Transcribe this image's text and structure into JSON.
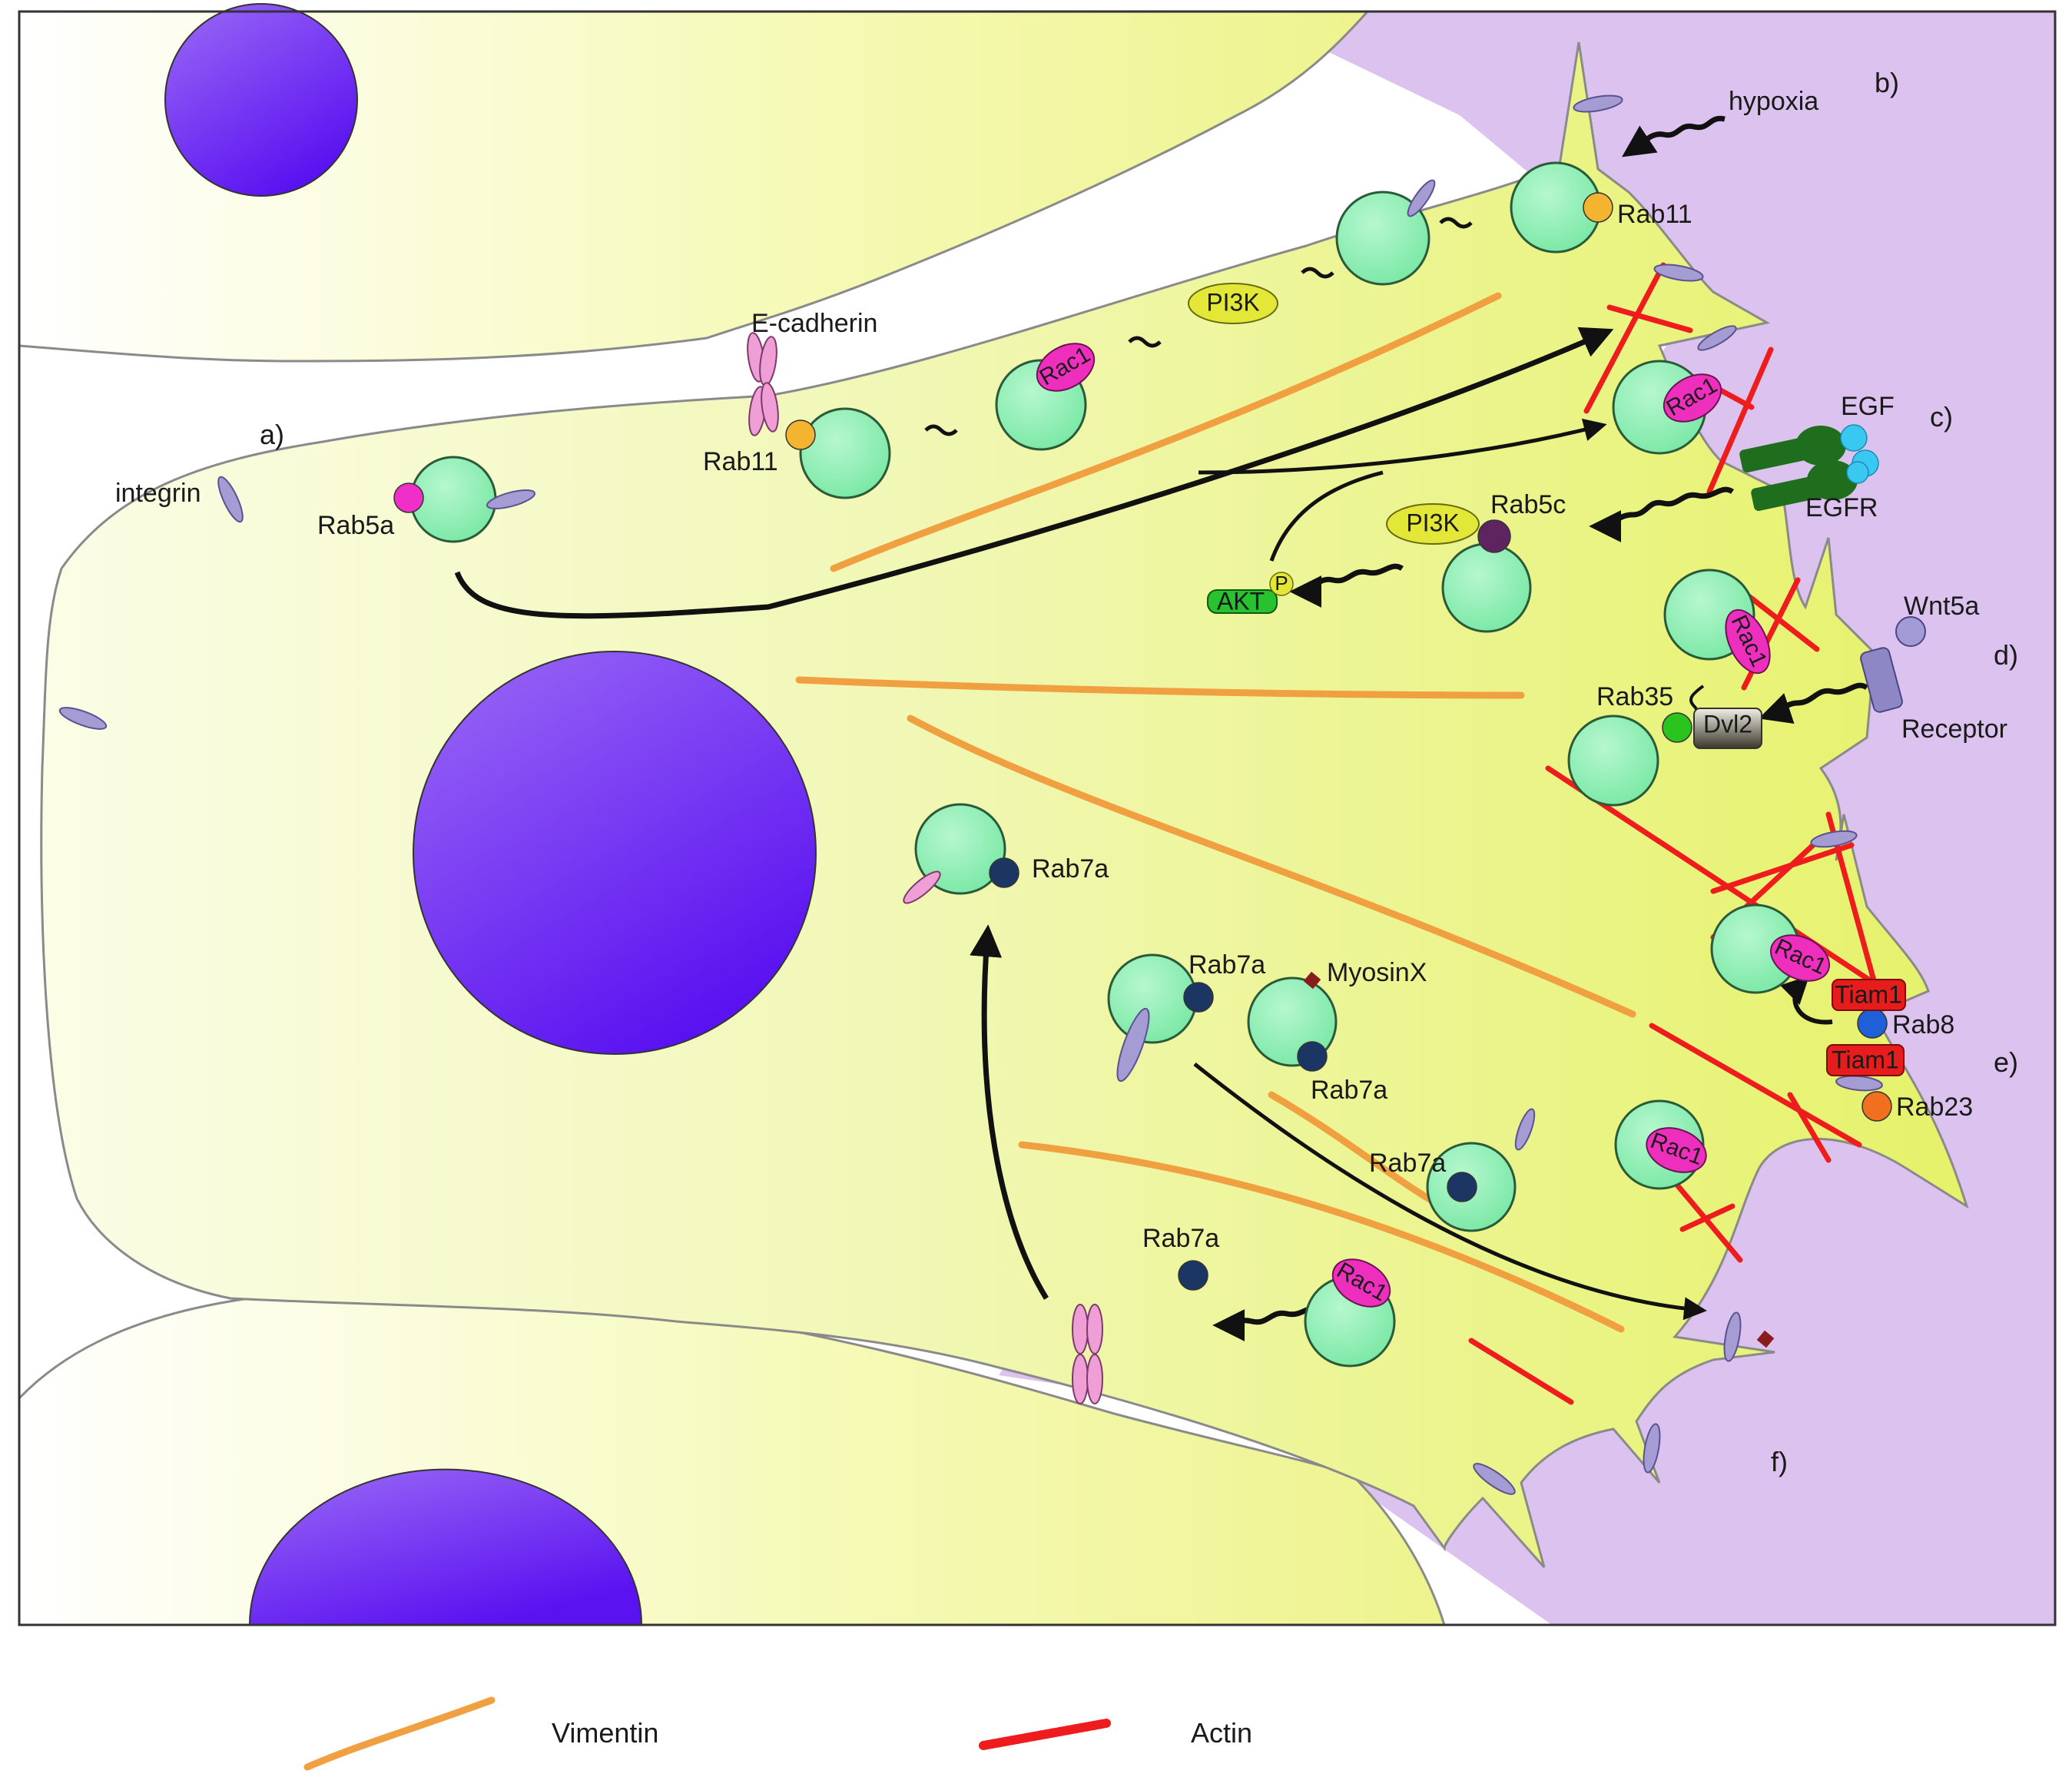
{
  "section_labels": {
    "a": "a)",
    "b": "b)",
    "c": "c)",
    "d": "d)",
    "e": "e)",
    "f": "f)"
  },
  "molecules": {
    "hypoxia": "hypoxia",
    "rab11_top": "Rab11",
    "e_cadherin": "E-cadherin",
    "rab11_left": "Rab11",
    "pi3k_top": "PI3K",
    "rac1": "Rac1",
    "integrin": "integrin",
    "rab5a": "Rab5a",
    "egf": "EGF",
    "egfr": "EGFR",
    "rab5c": "Rab5c",
    "pi3k_mid": "PI3K",
    "akt": "AKT",
    "p": "P",
    "wnt5a": "Wnt5a",
    "receptor": "Receptor",
    "rab35": "Rab35",
    "dvl2": "Dvl2",
    "rab7a": "Rab7a",
    "myosinx": "MyosinX",
    "tiam1": "Tiam1",
    "rab8": "Rab8",
    "rab23": "Rab23"
  },
  "legend": {
    "vimentin": "Vimentin",
    "actin": "Actin"
  },
  "colors": {
    "cytoplasm": "#eef59a",
    "extracellular": "#dcc3ef",
    "vesicle": "#8ef0b2",
    "nucleus": "#6a2cf0",
    "vimentin": "#f0a040",
    "actin": "#ee1c1c",
    "rac1": "#ee2fbd",
    "tiam1": "#e71c1c",
    "akt": "#28c230",
    "pi3k": "#e3e838",
    "egfr": "#1e6e1e",
    "egf": "#38c8f0"
  }
}
